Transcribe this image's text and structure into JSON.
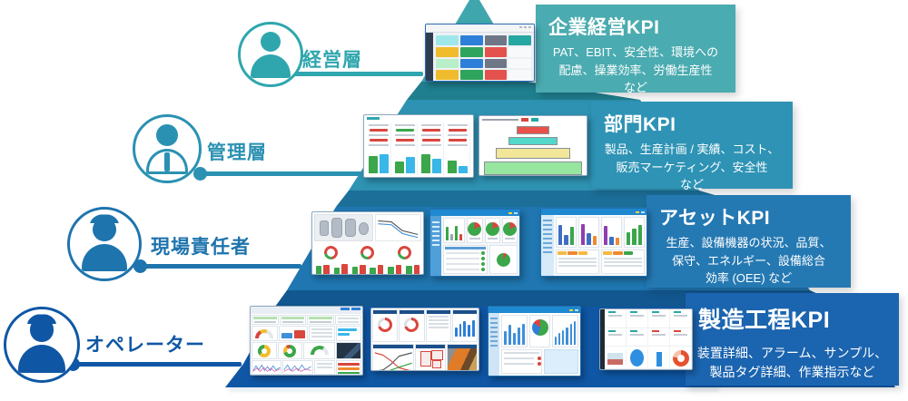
{
  "palette": {
    "red": "#d9463e",
    "green": "#3ba64a",
    "blue": "#3f8fd9",
    "cyan": "#39b7e8",
    "amber": "#f0bc2e",
    "teal": "#27a7a3",
    "purple": "#8e3fb0",
    "orange": "#f08a2e",
    "chrome": "#1e88d0"
  },
  "pyramid": {
    "faces": [
      "#3fa6ad",
      "#2e92b2",
      "#1f76b0",
      "#0f57a5"
    ],
    "ledges": [
      "#1f7f8e",
      "#1c6f99",
      "#12578f"
    ]
  },
  "personas": [
    {
      "label": "経営層",
      "color": "#2fa6ae"
    },
    {
      "label": "管理層",
      "color": "#2b91b2"
    },
    {
      "label": "現場責任者",
      "color": "#1e74ad"
    },
    {
      "label": "オペレーター",
      "color": "#0f57a5"
    }
  ],
  "kpi_boxes": [
    {
      "title": "企業経営KPI",
      "description": "PAT、EBIT、安全性、環境への\n配慮、操業効率、労働生産性\nなど",
      "color": "#4aabb0"
    },
    {
      "title": "部門KPI",
      "description": "製品、生産計画 / 実績、コスト、\n販売マーケティング、安全性\nなど",
      "color": "#2e93b5"
    },
    {
      "title": "アセットKPI",
      "description": "生産、設備機器の状況、品質、\n保守、エネルギー、設備総合\n効率 (OEE) など",
      "color": "#2579b3"
    },
    {
      "title": "製造工程KPI",
      "description": "装置詳細、アラーム、サンプル、\n製品タグ詳細、作業指示など",
      "color": "#1b64af"
    }
  ],
  "dashboards": {
    "executive_tiles": [
      "#9fe7ea",
      "#2e7fd9",
      "#6f7787",
      "#27a7a3",
      "#f0bc2e",
      "#2fa45c",
      "#e3524d",
      "#f7f9fa",
      "#b8efc9",
      "#2e7fd9",
      "#6f7787",
      "#f7f9fa",
      "#f0bc2e",
      "#2fa45c",
      "#e3524d",
      "#f7f9fa"
    ],
    "dept": {
      "tops": [
        "#d9463e",
        "#3ba64a",
        "#d9463e",
        "#d9463e"
      ],
      "bars": [
        [
          {
            "h": 70,
            "c": "#3ba64a"
          },
          {
            "h": 78,
            "c": "#39b7e8"
          }
        ],
        [
          {
            "h": 48,
            "c": "#3ba64a"
          },
          {
            "h": 68,
            "c": "#39b7e8"
          }
        ],
        [
          {
            "h": 78,
            "c": "#3ba64a"
          },
          {
            "h": 58,
            "c": "#39b7e8"
          }
        ],
        [
          {
            "h": 52,
            "c": "#3ba64a"
          },
          {
            "h": 28,
            "c": "#39b7e8"
          }
        ]
      ]
    },
    "hierarchy": [
      {
        "c": "#e8524a",
        "w": 30,
        "h": 9
      },
      {
        "c": "#52d8c8",
        "w": 46,
        "h": 9
      },
      {
        "c": "#f2e699",
        "w": 70,
        "h": 12
      },
      {
        "c": "#97e6a0",
        "w": 92,
        "h": 15
      }
    ],
    "asset_overview_pairs": [
      [
        {
          "h": 78,
          "c": "#3ba64a"
        },
        {
          "h": 85,
          "c": "#d9463e"
        }
      ],
      [
        {
          "h": 60,
          "c": "#3ba64a"
        },
        {
          "h": 88,
          "c": "#d9463e"
        }
      ],
      [
        {
          "h": 70,
          "c": "#3ba64a"
        },
        {
          "h": 82,
          "c": "#d9463e"
        }
      ],
      [
        {
          "h": 55,
          "c": "#3ba64a"
        },
        {
          "h": 85,
          "c": "#d9463e"
        }
      ],
      [
        {
          "h": 65,
          "c": "#3ba64a"
        },
        {
          "h": 80,
          "c": "#d9463e"
        }
      ],
      [
        {
          "h": 72,
          "c": "#3ba64a"
        },
        {
          "h": 84,
          "c": "#d9463e"
        }
      ]
    ],
    "asset_health_bars": [
      {
        "h": 68,
        "c": "#3ba64a"
      },
      {
        "h": 30,
        "c": "#9aa4ad"
      },
      {
        "h": 74,
        "c": "#3ba64a"
      },
      {
        "h": 34,
        "c": "#d9463e"
      }
    ],
    "asset_perf": {
      "p1": [
        {
          "h": 78,
          "c": "#3f6fc4"
        },
        {
          "h": 40,
          "c": "#3f6fc4"
        },
        {
          "h": 70,
          "c": "#3ba64a"
        }
      ],
      "p2": [
        {
          "h": 82,
          "c": "#8e3fb0"
        },
        {
          "h": 48,
          "c": "#3f6fc4"
        },
        {
          "h": 36,
          "c": "#f08a2e"
        }
      ],
      "p3": [
        {
          "h": 76,
          "c": "#8e3fb0"
        },
        {
          "h": 32,
          "c": "#3f6fc4"
        },
        {
          "h": 28,
          "c": "#f08a2e"
        }
      ],
      "p4": [
        {
          "h": 50,
          "c": "#3ba64a"
        },
        {
          "h": 66,
          "c": "#3ba64a"
        },
        {
          "h": 80,
          "c": "#3ba64a"
        }
      ],
      "t1": [
        "#f5b942",
        "#f08a2e",
        "#f5b942",
        "#ffffff"
      ],
      "t2": [
        "#f5b942",
        "#f08a2e",
        "#3ba64a",
        "#ffffff"
      ]
    },
    "ops_a": {
      "r2bars": [
        {
          "h": 55,
          "c": "#3f8fd9"
        },
        {
          "h": 85,
          "c": "#d9463e"
        }
      ],
      "hbars": [
        {
          "h": 80,
          "c": "#39b7e8"
        },
        {
          "h": 50,
          "c": "#39b7e8"
        }
      ],
      "stripbars": [
        {
          "h": 92,
          "c": "#d9463e"
        },
        {
          "h": 92,
          "c": "#f08a2e"
        },
        {
          "h": 92,
          "c": "#3ba64a"
        }
      ]
    },
    "ops_b_bars": [
      {
        "h": 45,
        "c": "#2e7fd9"
      },
      {
        "h": 62,
        "c": "#2e7fd9"
      },
      {
        "h": 78,
        "c": "#2e7fd9"
      },
      {
        "h": 58,
        "c": "#2e7fd9"
      },
      {
        "h": 82,
        "c": "#2e7fd9"
      }
    ],
    "ops_c": {
      "p1": [
        {
          "h": 50,
          "c": "#3f8fd9"
        },
        {
          "h": 72,
          "c": "#3f8fd9"
        },
        {
          "h": 42,
          "c": "#3f8fd9"
        },
        {
          "h": 64,
          "c": "#3f8fd9"
        },
        {
          "h": 78,
          "c": "#3f8fd9"
        }
      ],
      "p3": [
        {
          "h": 30,
          "c": "#3f8fd9"
        },
        {
          "h": 45,
          "c": "#3f8fd9"
        },
        {
          "h": 55,
          "c": "#3f8fd9"
        },
        {
          "h": 65,
          "c": "#3f8fd9"
        },
        {
          "h": 76,
          "c": "#3f8fd9"
        },
        {
          "h": 86,
          "c": "#3f8fd9"
        }
      ]
    }
  }
}
